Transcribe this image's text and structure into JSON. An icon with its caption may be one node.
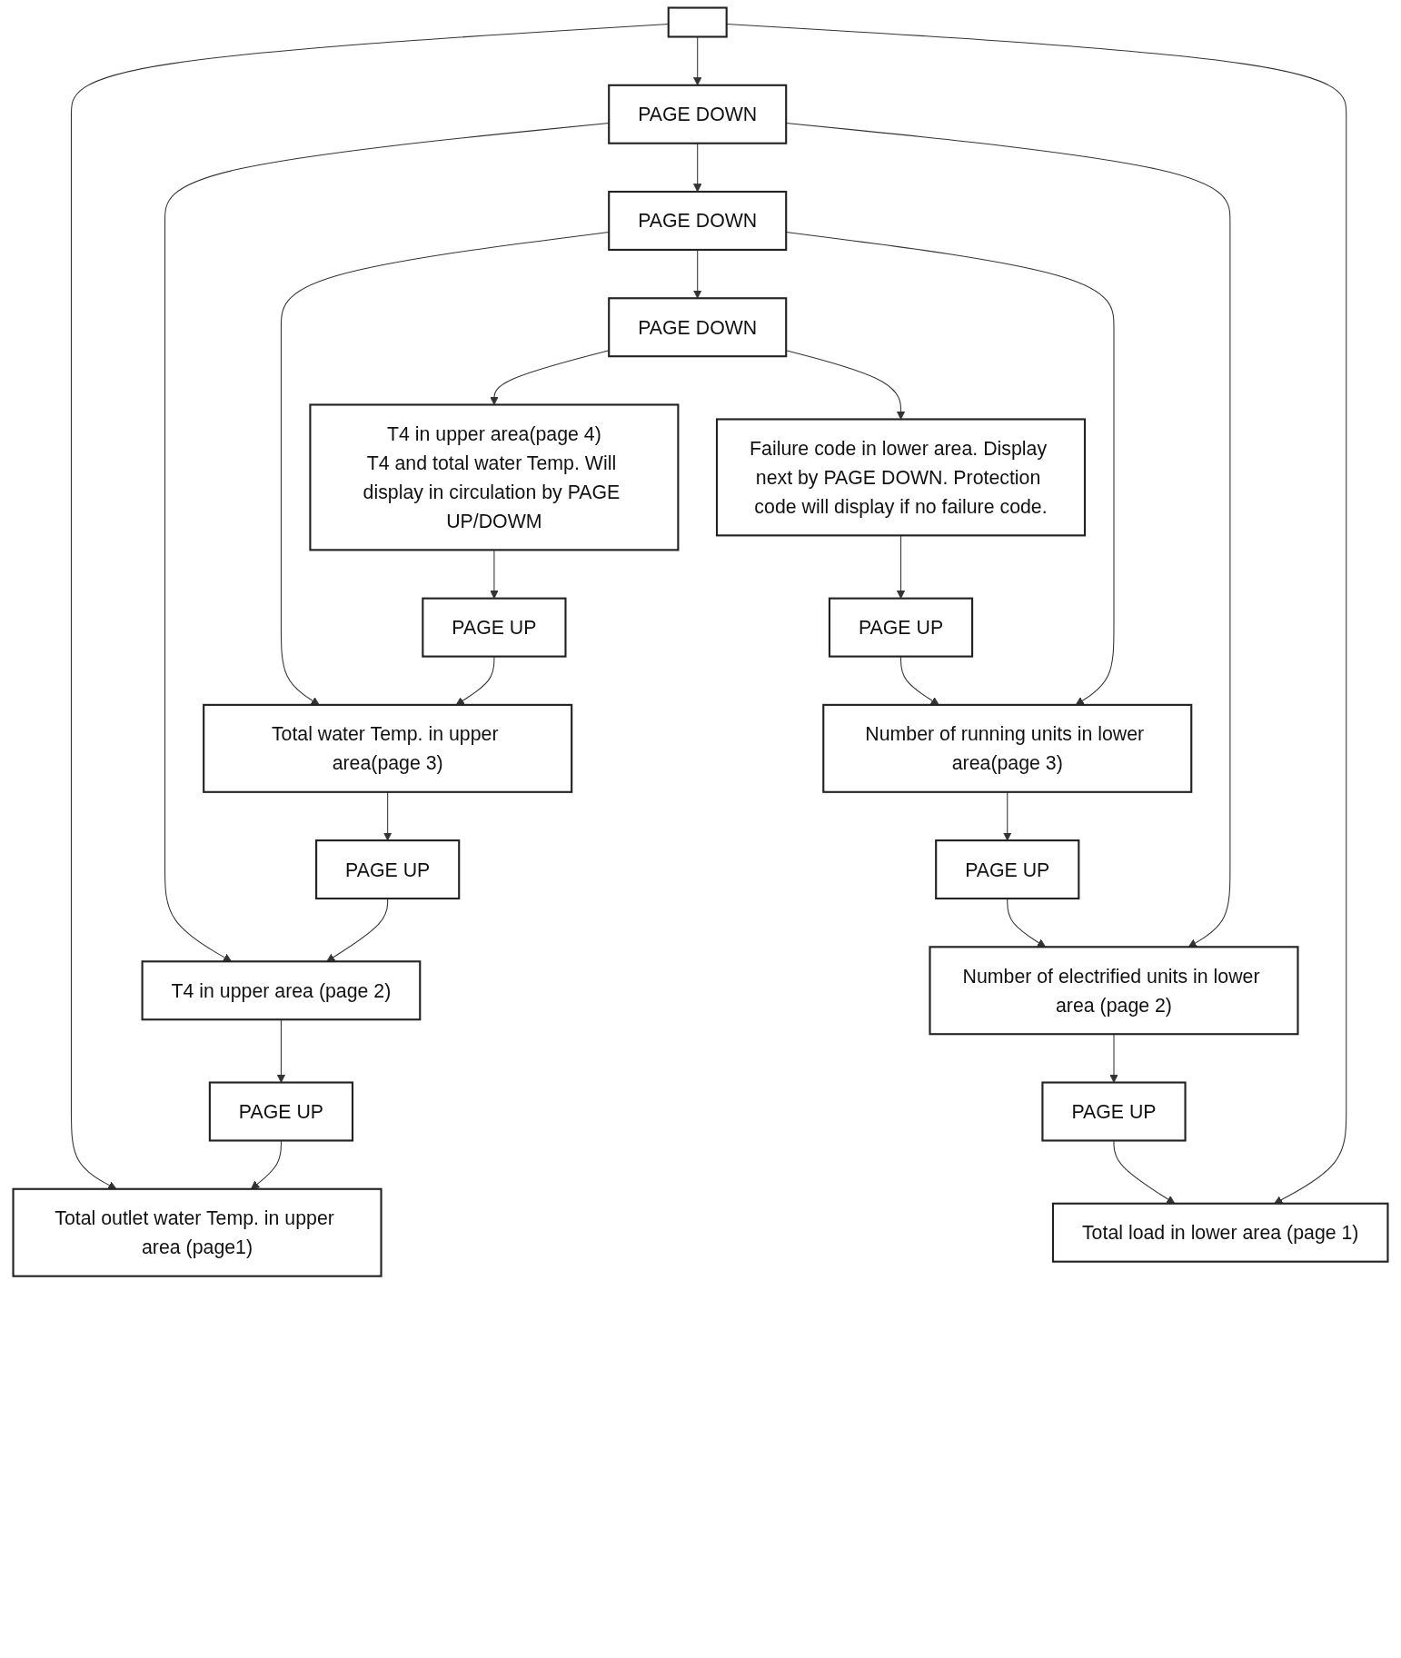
{
  "diagram": {
    "nodes": [
      {
        "text": [],
        "shape": "box"
      },
      {
        "text": [
          "Total outlet water Temp. in upper area (page1)"
        ]
      },
      {
        "text": [
          "PAGE DOWN"
        ]
      },
      {
        "text": [
          "Total load in lower area (page 1)"
        ]
      },
      {
        "text": [
          "PAGE UP"
        ]
      },
      {
        "text": [
          "PAGE UP"
        ]
      },
      {
        "text": [
          "T4 in upper area (page 2)"
        ]
      },
      {
        "text": [
          "PAGE DOWN"
        ]
      },
      {
        "text": [
          "Number of electrified units in lower area (page 2)"
        ]
      },
      {
        "text": [
          "PAGE UP"
        ]
      },
      {
        "text": [
          "PAGE UP"
        ]
      },
      {
        "text": [
          "Total water Temp. in upper area(page 3)"
        ]
      },
      {
        "text": [
          "Number of running units in lower area(page 3)"
        ]
      },
      {
        "text": [
          "PAGE DOWN"
        ]
      },
      {
        "text": [
          "PAGE UP"
        ]
      },
      {
        "text": [
          "PAGE UP"
        ]
      },
      {
        "text": [
          "T4 in upper area(page 4)",
          "T4 and total water Temp. Will display in circulation by PAGE UP/DOWM"
        ]
      },
      {
        "text": [
          "Failure code in lower area. Display next by PAGE DOWN. Protection code will display if no failure code."
        ]
      }
    ],
    "edges": [
      {
        "from": 0,
        "to": 1,
        "arrow": "to"
      },
      {
        "from": 0,
        "to": 2,
        "arrow": "to"
      },
      {
        "from": 0,
        "to": 3,
        "arrow": "to"
      },
      {
        "from": 4,
        "to": 1,
        "arrow": "to"
      },
      {
        "from": 5,
        "to": 3,
        "arrow": "to"
      },
      {
        "from": 2,
        "to": 6,
        "arrow": "to"
      },
      {
        "from": 2,
        "to": 7,
        "arrow": "to"
      },
      {
        "from": 2,
        "to": 8,
        "arrow": "to"
      },
      {
        "from": 6,
        "to": 4,
        "arrow": "to"
      },
      {
        "from": 8,
        "to": 5,
        "arrow": "to"
      },
      {
        "from": 9,
        "to": 6,
        "arrow": "to"
      },
      {
        "from": 10,
        "to": 8,
        "arrow": "to"
      },
      {
        "from": 7,
        "to": 11,
        "arrow": "to"
      },
      {
        "from": 7,
        "to": 13,
        "arrow": "to"
      },
      {
        "from": 7,
        "to": 12,
        "arrow": "to"
      },
      {
        "from": 11,
        "to": 9,
        "arrow": "to"
      },
      {
        "from": 12,
        "to": 10,
        "arrow": "to"
      },
      {
        "from": 14,
        "to": 11,
        "arrow": "to"
      },
      {
        "from": 15,
        "to": 12,
        "arrow": "to"
      },
      {
        "from": 13,
        "to": 16,
        "arrow": "to"
      },
      {
        "from": 13,
        "to": 17,
        "arrow": "to"
      },
      {
        "from": 16,
        "to": 14,
        "arrow": "to"
      },
      {
        "from": 17,
        "to": 15,
        "arrow": "to"
      }
    ]
  }
}
